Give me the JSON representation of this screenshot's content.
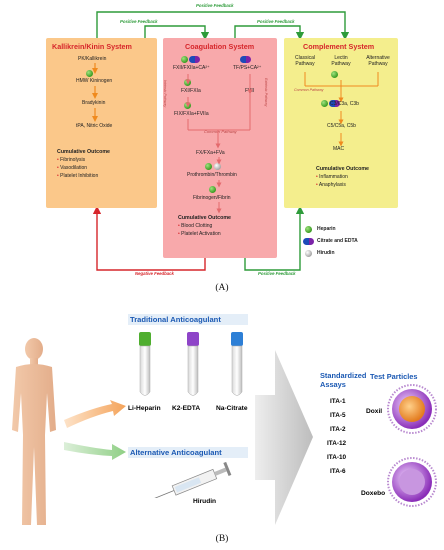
{
  "feedback": {
    "top": "Positive Feedback",
    "top_left": "Positive Feedback",
    "top_right": "Positive Feedback",
    "bottom_left": "Negative Feedback",
    "bottom_right": "Positive Feedback"
  },
  "kallikrein": {
    "title": "Kallikrein/Kinin System",
    "steps": [
      "PK/Kallikrein",
      "HMW Kininogen",
      "Bradykinin",
      "tPA, Nitric Oxide"
    ],
    "outcome_title": "Cumulative Outcome",
    "outcomes": [
      "Fibrinolysis",
      "Vasodilation",
      "Platelet Inhibition"
    ]
  },
  "coagulation": {
    "title": "Coagulation System",
    "left_chain": [
      "FXII/FXIIa+CA²⁺",
      "FXI/FXIa",
      "FIX/FXIa+FVIIa"
    ],
    "right_chain": [
      "TF/PS+CA²⁺",
      "FVII"
    ],
    "intrinsic": "Intrinsic Pathway",
    "extrinsic": "Extrinsic Pathway",
    "common": "Common Pathway",
    "lower_chain": [
      "FX/FXa+FVa",
      "Prothrombin/Thrombin",
      "Fibrinogen/Fibrin"
    ],
    "outcome_title": "Cumulative Outcome",
    "outcomes": [
      "Blood Clotting",
      "Platelet Activation"
    ]
  },
  "complement": {
    "title": "Complement System",
    "pathways": [
      "Classical Pathway",
      "Lectin Pathway",
      "Alternative Pathway"
    ],
    "common": "Common Pathway",
    "steps": [
      "C3/C3a, C3b",
      "C5/C5a, C5b",
      "MAC"
    ],
    "outcome_title": "Cumulative Outcome",
    "outcomes": [
      "Inflammation",
      "Anaphylaxis"
    ]
  },
  "legend": {
    "items": [
      "Heparin",
      "Citrate and EDTA",
      "Hirudin"
    ],
    "colors": {
      "heparin": "#3a9b22",
      "citrate": "#1d4bb8",
      "edta": "#7b23a8",
      "hirudin": "#a0a0a0"
    }
  },
  "panel_a": "(A)",
  "panel_b": "(B)",
  "traditional": {
    "title": "Traditional Anticoagulant",
    "tubes": [
      "Li-Heparin",
      "K2-EDTA",
      "Na-Citrate"
    ],
    "tube_colors": [
      "#4fae2f",
      "#8e44c8",
      "#2d7fd6"
    ]
  },
  "alternative": {
    "title": "Alternative Anticoagulant",
    "item": "Hirudin"
  },
  "assays": {
    "title": "Standardized Assays",
    "items": [
      "ITA-1",
      "ITA-5",
      "ITA-2",
      "ITA-12",
      "ITA-10",
      "ITA-6"
    ]
  },
  "particles": {
    "title": "Test Particles",
    "items": [
      "Doxil",
      "Doxebo"
    ]
  },
  "colors": {
    "kallikrein_bg": "#fbc88a",
    "coagulation_bg": "#f8a9ab",
    "complement_bg": "#f4ee8d",
    "orange_arrow": "#f08a1e",
    "feedback_green": "#2e9b3a",
    "feedback_red": "#d6262b"
  }
}
